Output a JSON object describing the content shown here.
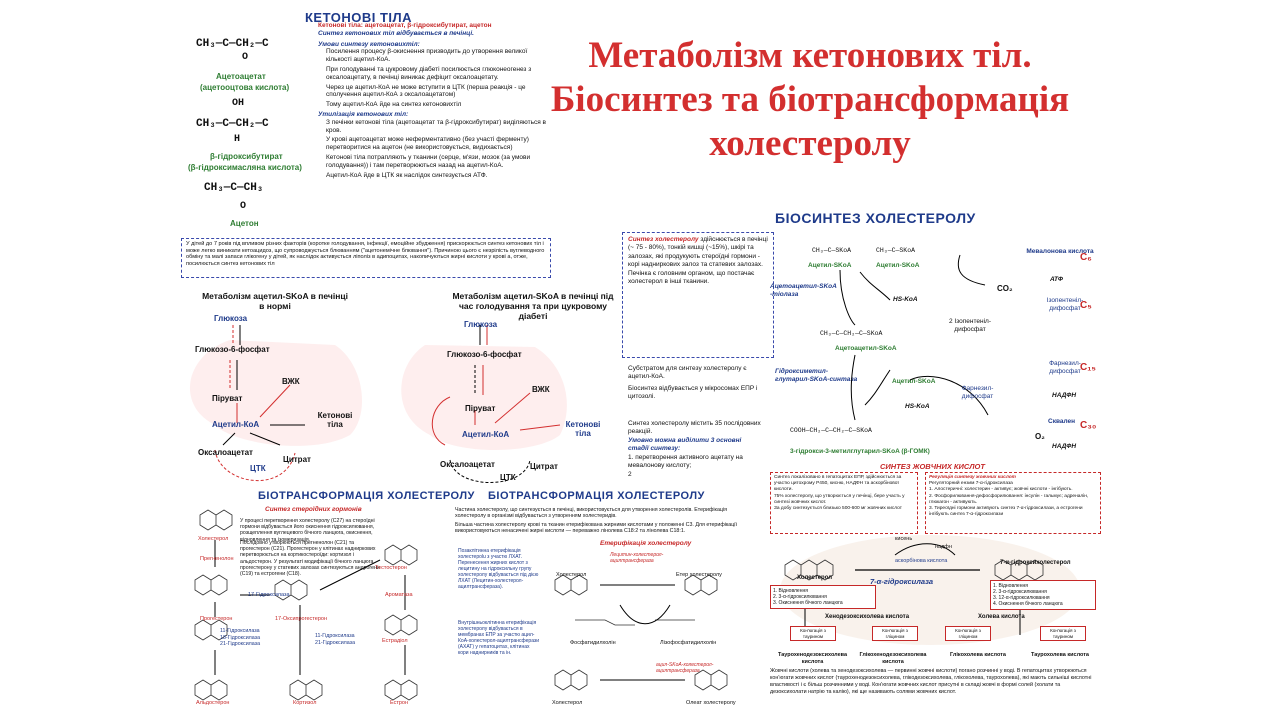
{
  "slide": {
    "title_lines": [
      "Метаболізм кетонових тіл.",
      "Біосинтез та біотрансформація",
      "холестеролу"
    ]
  },
  "ketone": {
    "header": "КЕТОНОВІ ТІЛА",
    "def": "Кетонові тіла: ацетоацетат, β-гідроксибутират, ацетон",
    "def2": "Синтез кетонових тіл відбувається в печінці.",
    "cond_title": "Умови синтезу кетоновихтіл:",
    "conds": [
      "Посилення процесу β-окиснення призводить до утворення великої кількості ацетил-КоА.",
      "При голодуванні та цукровому діабеті посилюється глюконеогенез з оксалоацетату, в печінці виникає дефіцит оксалоацетату.",
      "Через це ацетил-КоА не може вступити в ЦТК (перша реакція - це сполучення ацетил-КоА з оксалоацетатом)",
      "Тому ацетил-КоА йде на синтез кетоновихтіл"
    ],
    "util_title": "Утилізація кетонових тіл:",
    "utils": [
      "З печінки кетонові тіла (ацетоацетат та β-гідроксибутират) виділяються в кров.",
      "У крові ацетоацетат може неферментативно (без участі ферменту) перетворитися на ацетон (не використовується, видихається)",
      "Кетонові тіла потрапляють у тканини (серце, м'язи, мозок (за умови голодування)) і там перетворюються назад на ацетил-КоА.",
      "Ацетил-КоА йде в ЦТК як наслідок синтезується АТФ."
    ],
    "acetoacetate": "Ацетоацетат",
    "acetoacetate_sub": "(ацетооцтова кислота)",
    "hydroxy": "β-гідроксибутират",
    "hydroxy_sub": "(β-гідроксимасляна кислота)",
    "acetone": "Ацетон",
    "note": "У дітей до 7 років під впливом різних факторів (коротке голодування, інфекції, емоційне збудження) прискорюється синтез кетонових тіл і може легко виникати кетоацидоз, що супроводжується блюванням (\"ацетонемічне блювання\"). Причиною цього є незрілість вуглеводного обміну та малі запаси глікогену у дітей, як наслідок активується ліполіз в адипоцитах, накопичуються жирні кислоти у крові а, отже, посилюється синтез кетонових тіл"
  },
  "metab_norm": {
    "title": "Метаболізм ацетил-SKoA в печінці в нормі",
    "glucose": "Глюкоза",
    "g6p": "Глюкозо-6-фосфат",
    "vzhk": "ВЖК",
    "pyruvate": "Піруват",
    "acetylcoa": "Ацетил-КоА",
    "ketone": "Кетонові тіла",
    "oxaloacetate": "Оксалоацетат",
    "citrate": "Цитрат",
    "tca": "ЦТК"
  },
  "metab_diab": {
    "title": "Метаболізм ацетил-SKoA в печінці під час голодування та при цукровому діабеті",
    "glucose": "Глюкоза",
    "g6p": "Глюкозо-6-фосфат",
    "vzhk": "ВЖК",
    "pyruvate": "Піруват",
    "acetylcoa": "Ацетил-КоА",
    "ketone": "Кетонові тіла",
    "oxaloacetate": "Оксалоацетат",
    "citrate": "Цитрат",
    "tca": "ЦТК"
  },
  "biotrans1": {
    "header": "БІОТРАНСФОРМАЦІЯ ХОЛЕСТЕРОЛУ",
    "steroid_title": "Синтез стероїдних гормонів",
    "text1": "У процесі перетворення холестеролу (С27) на стероїдні гормони відбувається його окиснення гідроксилювання, розщеплення вуглецевого бічного ланцюга, окиснення, відновлення та ізомеризація.",
    "text2": "Послідовно утворюються прегненолон (С21) та прогестерон (С21). Прогестерон у клітинах надниркових перетворюється на кортикостероїди: кортизол і альдостерон. У результаті модифікації бічного ланцюга прогестерону у статевих залозах синтезуються андрогени (С19) та естрогени (С18).",
    "cholesterol": "Холестерол",
    "pregnenolone": "Прегненолон",
    "progesterone": "Прогестерон",
    "hp17": "17-Гідроксилаза",
    "ohprog": "17-Оксипрогестерон",
    "testosterone": "Тестостерон",
    "aromatase": "Ароматаза",
    "estradiol": "Естрадіол",
    "estrone": "Естрон",
    "aldosterone": "Альдостерон",
    "cortisol": "Кортизол",
    "enz_a": "11-Гідроксилаза",
    "enz_b": "18-Гідроксилаза",
    "enz_c": "21-Гідроксилаза"
  },
  "biotrans2": {
    "header": "БІОТРАНСФОРМАЦІЯ ХОЛЕСТЕРОЛУ",
    "text1": "Частина холестеролу, що синтезується в печінці, використовується для утворення холестеролів. Етерифікація холестеролу в організмі відбувається з утворенням холестеридів.",
    "text2": "Більша частина холестеролу крові та тканин етерифікована жирними кислотами у положенні С3. Для етерифікації використовуються ненасичені жирні кислоти — переважно лінолева С18:2 та лінолева С18:1.",
    "ester_title": "Етерифікація холестеролу",
    "lcat": "Лецитин-холестерол-ацилтрансфераза",
    "acat": "ацил-SKoA-холестерол-ацилтрансфераза",
    "cholesterol": "Холестерол",
    "ester": "Етер холестеролу",
    "phosphatidyl": "Фосфатидилхолін",
    "lyso": "Лізофосфатидилхолін",
    "oleate": "Олеат холестеролу",
    "side": "Позаклітинна етерифікація холестерolu з участю ЛХАТ. Перенесення жирних кислот з лецитину на гідроксильну групу холестеролу відбувається під дією ЛХАТ (Лецитин-холестерол-ацилтрансфераза).",
    "side2": "Внутрішньоклітинна етерифікація холестеролу відбувається в мембранах ЕПР за участю ацил-КоА-холестерол-ацилтрансферази (АХАТ) у гепатоцитах, клітинах кори наднирників та ін."
  },
  "middle": {
    "synth_title": "Синтез холестеролу",
    "synth_text": "здійснюється в печінці (~ 75 - 80%), тонкій кишці (~15%), шкірі та залозах, які продукують стероїдні гормони - корі надниркових залоз та статевих залозах.",
    "synth_text2": "Печінка є головним органом, що постачає холестерол в інші тканини.",
    "bullet1": "Субстратом для синтезу холестеролу є ацетил-КоА.",
    "bullet2": "Біосинтез відбувається у мікросомах ЕПР і цитозолі.",
    "count": "Синтез холестеролу містить 35 послідовних реакцій.",
    "stages": "Умовно можна виділити 3 основні стадії синтезу:",
    "stage1": "1. перетворення активного ацетату на мевалонову кислоту;",
    "stage_num": "2"
  },
  "biosynth": {
    "header": "БІОСИНТЕЗ ХОЛЕСТЕРОЛУ",
    "acetyl1": "Ацетил-SKoA",
    "acetyl2": "Ацетил-SKoA",
    "thiolase": "Ацетоацетил-SKoA -тіолаза",
    "hskoa1": "HS-KoA",
    "acetoacetyl": "Ацетоацетил-SKoA",
    "acetyl3": "Ацетил-SKoA",
    "hmg_synth": "Гідроксиметил-глутарил-SKoA-синтаза",
    "hskoa2": "HS-KoA",
    "hmgcoa": "3-гідрокси-3-метилглутарил-SKoA (β-ГОМК)",
    "formula1": "CH₃—C—SKoA",
    "formula3": "CH₃—C—CH₂—C—SKoA",
    "formula4": "COOH—CH₂—C—CH₂—C—SKoA",
    "mevalonic": "Мевалонова кислота",
    "atf": "АТФ",
    "co2": "CO₂",
    "isopentenyl": "Ізопентеніл-дифосфат",
    "iso2": "2 Ізопентеніл-дифосфат",
    "farnesyl": "Фарнезил-дифосфат",
    "farnesyl2": "Фарнезил-дифосфат",
    "nadph1": "НАДФН",
    "squalene": "Сквален",
    "o2": "O₂",
    "nadph2": "НАДФН",
    "c6": "C₆",
    "c5": "C₅",
    "c15": "C₁₅",
    "c30": "C₃₀"
  },
  "bile": {
    "header": "СИНТЕЗ ЖОВЧНИХ КИСЛОТ",
    "left_text": [
      "Синтез локалізовано в гепатоцитах ЕПР, здійснюється за участю цитохрому Р450, кисню, НАДФН та аскорбінової кислоти.",
      "75% холестеролу, що утворюється у печінці, бере участь у синтезі жовчних кислот.",
      "За добу синтезується близько 500-600 мг жовчних кислот"
    ],
    "right_title": "Регуляція синтезу жовчних кислот",
    "right_text": [
      "Регуляторний ензим 7-α-гідроксилаза",
      "1. Алостеричні: холестерин - активує; жовчні кислоти - інгібують.",
      "2. Фосфорилювання-дефосфорилювання: інсулін - гальмує; адреналін, глюкагон - активують.",
      "3. Тиреоїдні гормони активують синтез 7-α-гідроксилази, а естрогени інгібують синтез 7-α-гідроксилази"
    ],
    "cholesterol": "Холестерол",
    "enzyme": "7-α-гідроксилаза",
    "ascorbic": "аскорбінова кислота",
    "product": "7-α-гідроксихолестерол",
    "oxygen": "кисень",
    "nadph": "надфн",
    "steps_left": [
      "1. Відновлення",
      "2. 3-α-гідроксилювання",
      "3. Окиснення бічного ланцюга"
    ],
    "steps_right": [
      "1. Відновлення",
      "2. 3-α-гідроксилювання",
      "3. 12-α-гідроксилювання",
      "4. Окиснення бічного ланцюга"
    ],
    "chenodeoxy": "Хенодезоксихолева кислота",
    "cholic": "Холева кислота",
    "conj": "Кон'югація з таурином",
    "conj2": "Кон'югація з гліцином",
    "conj3": "Кон'югація з гліцином",
    "conj4": "Кон'югація з таурином",
    "p1": "Таурохенодезоксихолева кислота",
    "p2": "Глікохенодезоксихолева кислота",
    "p3": "Глікохолева кислота",
    "p4": "Таурохолева кислота",
    "footer": "Жовчні кислоти (холева та хенодезоксихолева — первинні жовчні кислоти) погано розчинні у воді. В гепатоцитах утворюються кон'югати жовчних кислот (таурохенодезоксихолева, глікодезоксихолева, глікохолева, таурохолева), які мають сильніші кислотні властивості і є більш розчинними у воді. Кон'югати жовчних кислот присутні в складі жовчі в формі солей (холати та дезоксихолати натрію та калію), які ще називають солями жовчних кислот."
  },
  "colors": {
    "title": "#d32f2f",
    "blue": "#1e3a8a",
    "green": "#2e7d32",
    "red": "#c62828"
  }
}
